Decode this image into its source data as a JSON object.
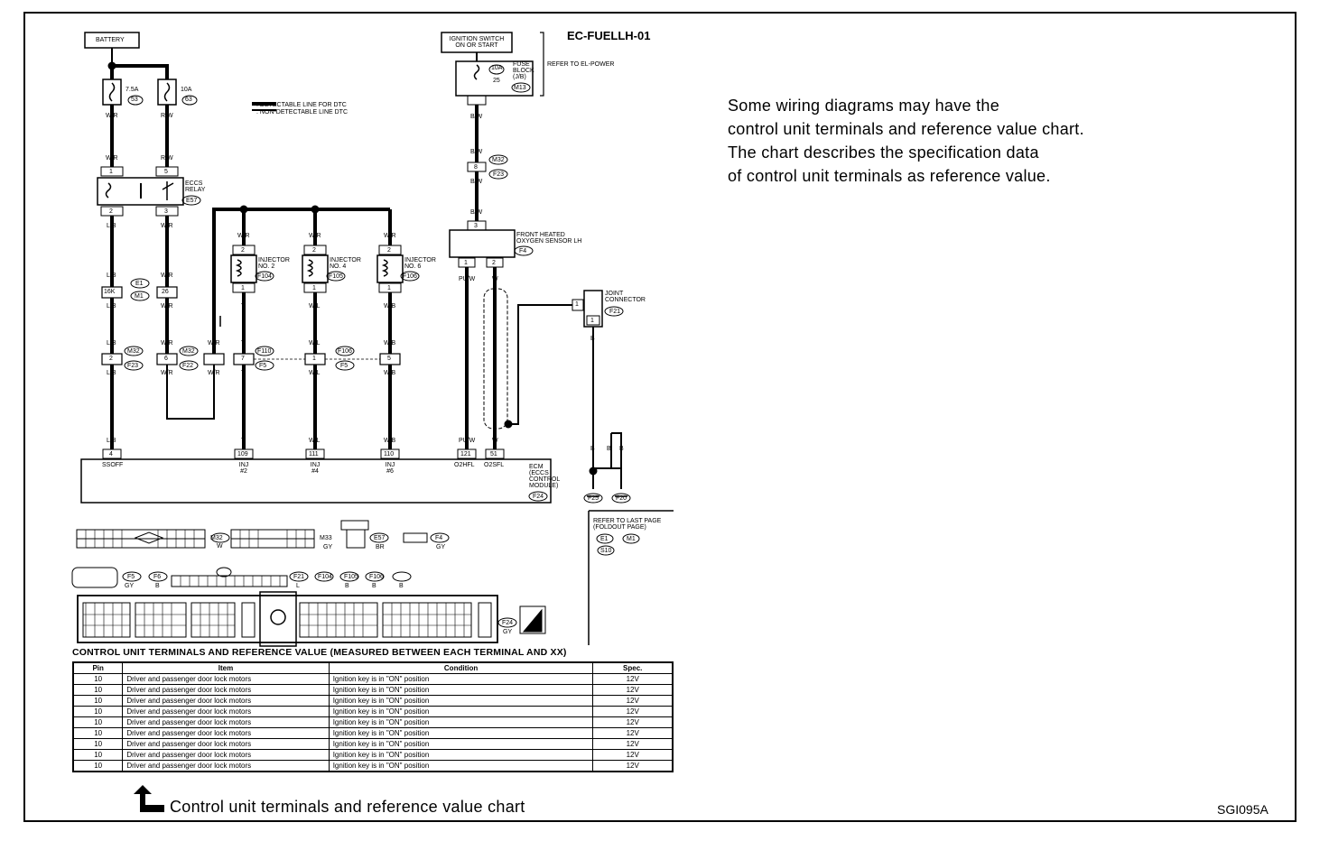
{
  "diagram_code": "EC-FUELLH-01",
  "figure_id": "SGI095A",
  "description": [
    "Some wiring diagrams may have the",
    "control unit terminals and reference value chart.",
    "The chart describes the specification data",
    "of control unit terminals as reference value."
  ],
  "caption": "Control unit terminals and reference value chart",
  "legend": {
    "detectable": ": DETECTABLE LINE FOR DTC",
    "non_detectable": ": NON-DETECTABLE LINE DTC"
  },
  "components": {
    "battery": "BATTERY",
    "ignition_switch": [
      "IGNITION SWITCH",
      "ON OR START"
    ],
    "fuse_block": [
      "FUSE",
      "BLOCK",
      "(J/B)"
    ],
    "refer_el_power": "REFER TO EL-POWER",
    "eccs_relay": [
      "ECCS",
      "RELAY"
    ],
    "injector2": [
      "INJECTOR",
      "NO. 2"
    ],
    "injector4": [
      "INJECTOR",
      "NO. 4"
    ],
    "injector6": [
      "INJECTOR",
      "NO. 6"
    ],
    "o2_sensor": [
      "FRONT HEATED",
      "OXYGEN SENSOR LH"
    ],
    "joint_connector": [
      "JOINT",
      "CONNECTOR"
    ],
    "ecm": [
      "ECM",
      "(ECCS",
      "CONTROL",
      "MODULE)"
    ],
    "refer_last_page": [
      "REFER TO LAST PAGE",
      "(FOLDOUT PAGE)"
    ]
  },
  "fuses": {
    "f1": "7.5A",
    "f2": "10A",
    "f3": "10A"
  },
  "connector_codes": {
    "f1": "53",
    "f2": "63",
    "fuse_block": "25",
    "m13": "M13",
    "relay": "E57",
    "m32": "M32",
    "f23": "F23",
    "f22": "F22",
    "e1": "E1",
    "m1": "M1",
    "f104": "F104",
    "f105": "F105",
    "f106": "F106",
    "f110": "F110",
    "f5": "F5",
    "f4": "F4",
    "f21": "F21",
    "f24": "F24",
    "f25": "F25",
    "f20": "F20",
    "m33": "M33",
    "f6": "F6",
    "e1b": "E1",
    "m1b": "M1",
    "s10": "S10"
  },
  "terminals": {
    "battery_f1": "W/R",
    "battery_f2": "R/W",
    "relay_in1": "W/R",
    "relay_in2": "R/W",
    "relay_t1": "1",
    "relay_t5": "5",
    "relay_t2": "2",
    "relay_t3": "3",
    "relay_out1": "L/B",
    "relay_out2": "W/R",
    "e1_t": "16K",
    "e1_t2": "26",
    "w_l1": "L/B",
    "w_l2": "W/R",
    "m32_t": "2",
    "m32_t2": "6",
    "w_l3": "L/B",
    "w_l4": "W/R",
    "ign_w": "B/W",
    "f_m32": "8",
    "o2_t3": "3",
    "inj2_wire": "W/R",
    "inj4_wire": "W/R",
    "inj6_wire": "W/R",
    "inj2_out": "Y",
    "inj4_out": "W/L",
    "inj6_out": "W/B",
    "inj_t2": "2",
    "inj_t1": "1",
    "f110_t": "7",
    "f5_t": "1",
    "f106_t": "5",
    "o2_t1": "1",
    "o2_t2": "2",
    "o2_w1": "PU/W",
    "o2_w2": "W",
    "joint_b": "B",
    "joint_t1": "1",
    "ecm_4": "4",
    "ecm_109": "109",
    "ecm_111": "111",
    "ecm_110": "110",
    "ecm_121": "121",
    "ecm_51": "51",
    "ecm_ssoff": "SSOFF",
    "ecm_inj2": [
      "INJ",
      "#2"
    ],
    "ecm_inj4": [
      "INJ",
      "#4"
    ],
    "ecm_inj6": [
      "INJ",
      "#6"
    ],
    "ecm_o2hfl": "O2HFL",
    "ecm_o2sfl": "O2SFL",
    "gnd_b1": "B",
    "gnd_b2": "B",
    "gnd_b3": "B",
    "w_label": "W",
    "gy_label": "GY",
    "br_label": "BR",
    "l_label": "L",
    "b_label": "B"
  },
  "chart_title": "CONTROL UNIT TERMINALS AND REFERENCE VALUE (MEASURED BETWEEN EACH TERMINAL AND XX)",
  "table": {
    "headers": [
      "Pin",
      "Item",
      "Condition",
      "Spec."
    ],
    "rows": [
      [
        "10",
        "Driver and passenger door lock motors",
        "Ignition key is in \"ON\" position",
        "12V"
      ],
      [
        "10",
        "Driver and passenger door lock motors",
        "Ignition key is in \"ON\" position",
        "12V"
      ],
      [
        "10",
        "Driver and passenger door lock motors",
        "Ignition key is in \"ON\" position",
        "12V"
      ],
      [
        "10",
        "Driver and passenger door lock motors",
        "Ignition key is in \"ON\" position",
        "12V"
      ],
      [
        "10",
        "Driver and passenger door lock motors",
        "Ignition key is in \"ON\" position",
        "12V"
      ],
      [
        "10",
        "Driver and passenger door lock motors",
        "Ignition key is in \"ON\" position",
        "12V"
      ],
      [
        "10",
        "Driver and passenger door lock motors",
        "Ignition key is in \"ON\" position",
        "12V"
      ],
      [
        "10",
        "Driver and passenger door lock motors",
        "Ignition key is in \"ON\" position",
        "12V"
      ],
      [
        "10",
        "Driver and passenger door lock motors",
        "Ignition key is in \"ON\" position",
        "12V"
      ]
    ]
  }
}
